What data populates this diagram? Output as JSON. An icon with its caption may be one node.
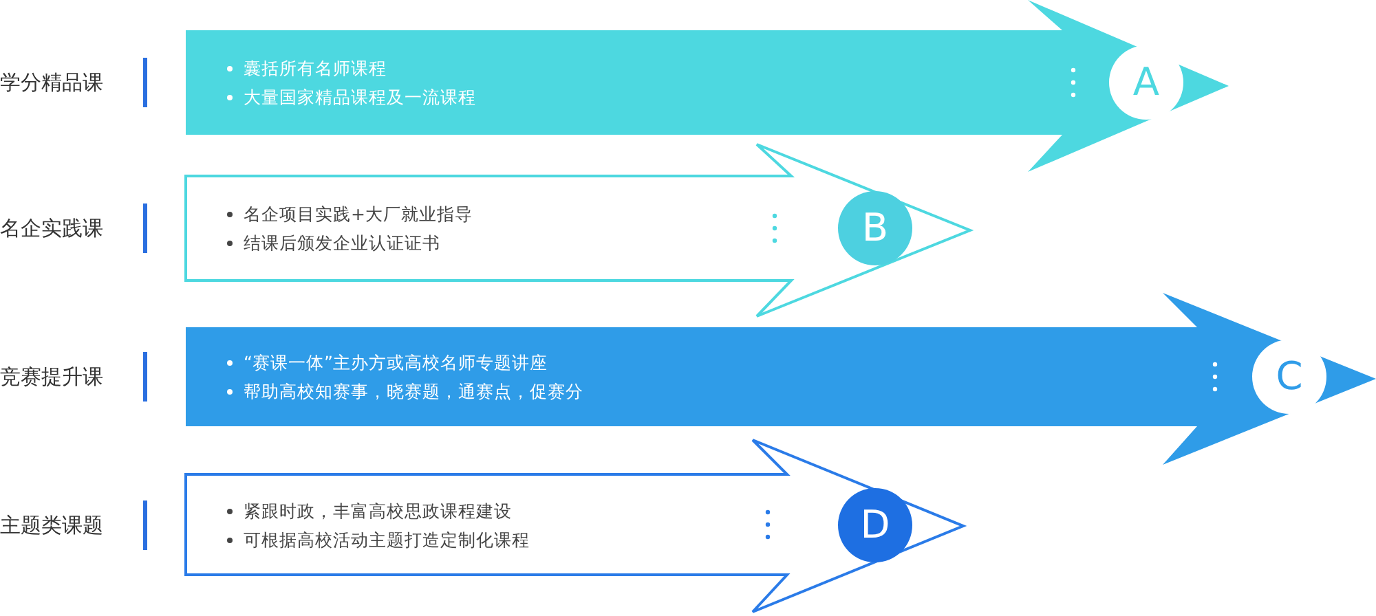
{
  "diagram": {
    "nodes": [
      {
        "text": [
          "学分精品课",
          "囊括所有名师课程",
          "大量国家精品课程及一流课程"
        ]
      },
      {
        "text": [
          "A"
        ],
        "in": 0
      },
      {
        "text": [
          "名企实践课",
          "名企项目实践+大厂就业指导",
          "结课后颁发企业认证证书"
        ]
      },
      {
        "text": [
          "B"
        ],
        "in": 2
      },
      {
        "text": [
          "竞赛提升课",
          "“赛课一体”主办方或高校名师专题讲座",
          "帮助高校知赛事，晓赛题，通赛点，促赛分"
        ]
      },
      {
        "text": [
          "C"
        ],
        "in": 4
      },
      {
        "text": [
          "主题类课题",
          "紧跟时政，丰富高校思政课程建设",
          "可根据高校活动主题打造定制化课程"
        ]
      },
      {
        "text": [
          "D"
        ],
        "in": 6
      }
    ],
    "edges": []
  }
}
